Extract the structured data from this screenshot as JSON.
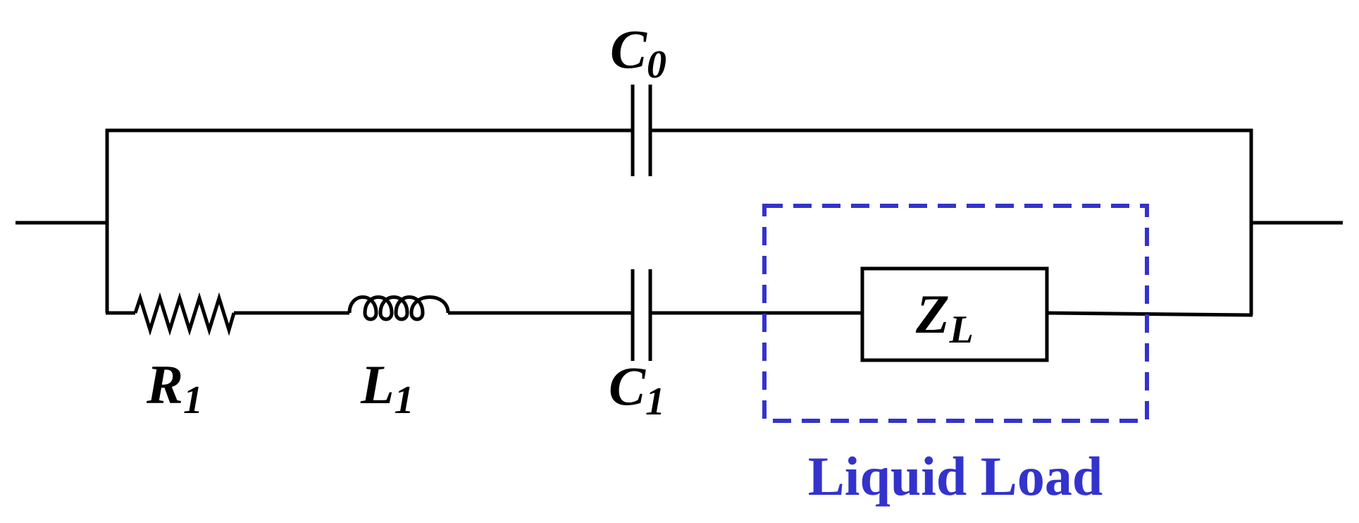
{
  "labels": {
    "c0": {
      "main": "C",
      "sub": "0"
    },
    "r1": {
      "main": "R",
      "sub": "1"
    },
    "l1": {
      "main": "L",
      "sub": "1"
    },
    "c1": {
      "main": "C",
      "sub": "1"
    },
    "zl": {
      "main": "Z",
      "sub": "L"
    }
  },
  "load_box": {
    "label": "Liquid Load",
    "color": "#3333cc"
  },
  "colors": {
    "wire": "#000000",
    "background": "#ffffff"
  }
}
